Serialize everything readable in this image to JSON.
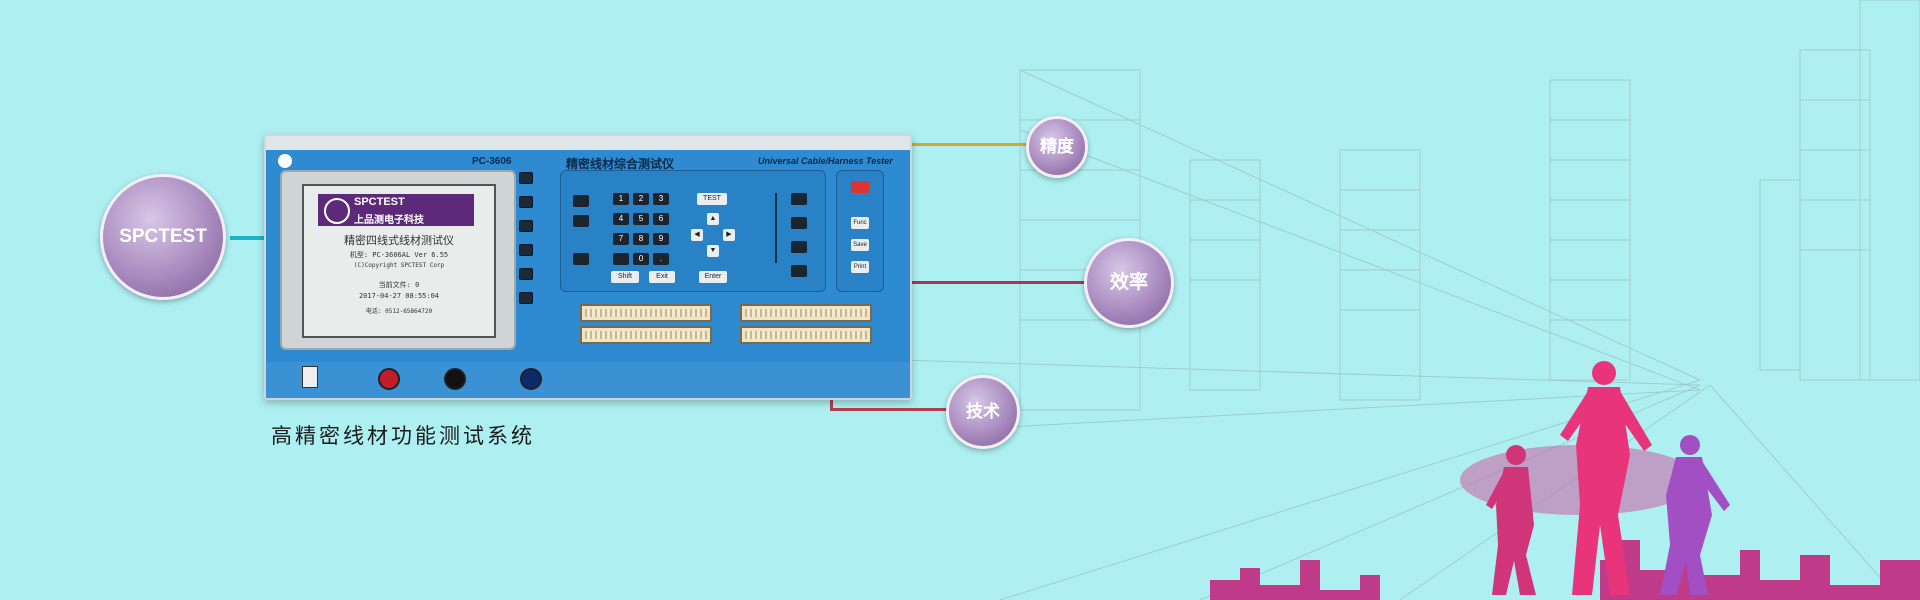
{
  "callouts": {
    "brand": "SPCTEST",
    "precision": "精度",
    "efficiency": "效率",
    "technology": "技术"
  },
  "caption": "高精密线材功能测试系统",
  "device": {
    "model": "PC-3606",
    "title_cn": "精密线材综合测试仪",
    "title_en": "Universal Cable/Harness Tester",
    "lcd": {
      "logo_en": "SPCTEST",
      "logo_cn": "上品测电子科技",
      "line1": "精密四线式线材测试仪",
      "line2": "机型: PC-3606AL  Ver 6.55",
      "line3": "(C)Copyright SPCTEST Corp",
      "line4": "当前文件: 0",
      "line5": "2017-04-27 08:55:04",
      "line6": "电话: 0512-65864720"
    },
    "keys": {
      "test": "TEST",
      "shift": "Shift",
      "exit": "Exit",
      "enter": "Enter",
      "func": "Func",
      "save": "Save",
      "print": "Print",
      "digits": [
        "1",
        "2",
        "3",
        "4",
        "5",
        "6",
        "7",
        "8",
        "9",
        "",
        "0",
        "."
      ]
    }
  },
  "colors": {
    "background": "#aef0f2",
    "line_precision": "#d8a52c",
    "line_efficiency": "#b0305e",
    "line_technology": "#b04050",
    "line_brand": "#1db3c7"
  }
}
